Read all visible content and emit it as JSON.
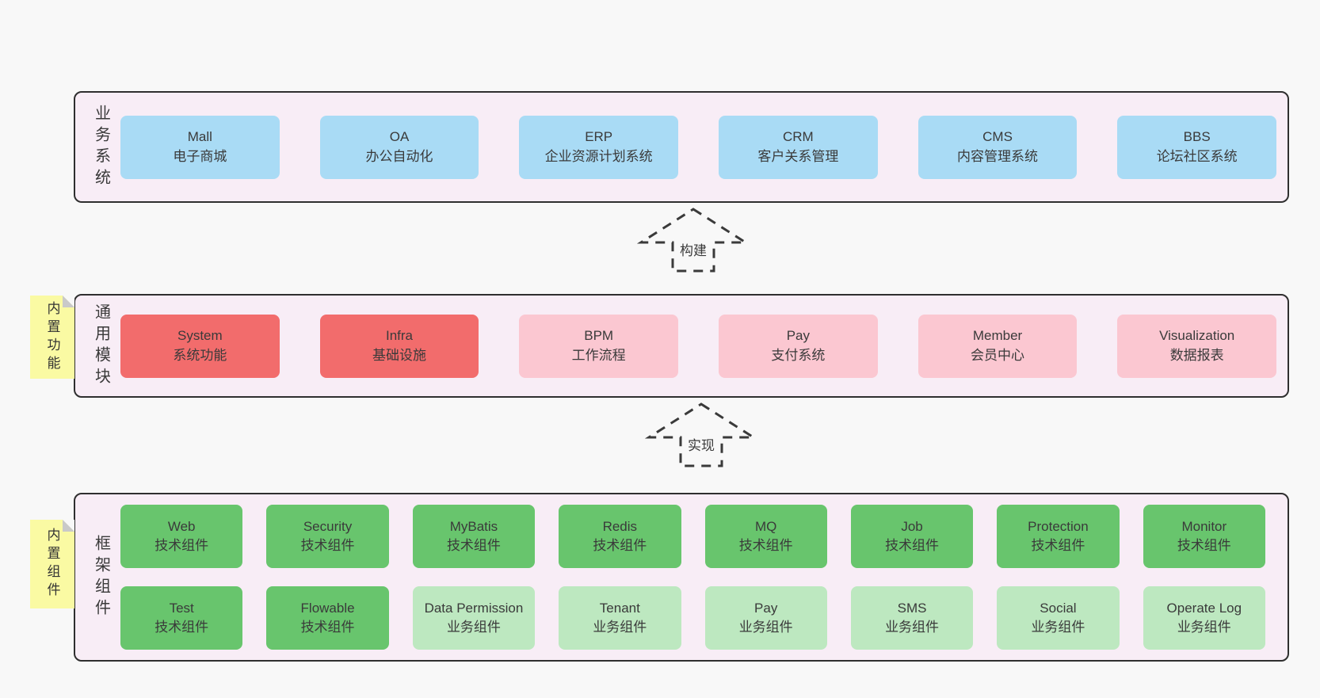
{
  "colors": {
    "page-bg": "#f8f8f8",
    "band-bg": "#f8edf6",
    "band-border": "#2f2f2f",
    "text": "#3a3a3a",
    "box-blue": "#a9dbf5",
    "box-red": "#f26c6c",
    "box-pink": "#fbc7d1",
    "box-green": "#68c56d",
    "box-lightgreen": "#bde8c0",
    "sticky-bg": "#fafaa3",
    "sticky-fold": "#c9c9c9",
    "arrow": "#3a3a3a"
  },
  "bands": [
    {
      "id": "business-systems",
      "label": "业务系统",
      "sticky": null,
      "rows": [
        [
          {
            "name": "Mall",
            "desc": "电子商城",
            "variant": "blue"
          },
          {
            "name": "OA",
            "desc": "办公自动化",
            "variant": "blue"
          },
          {
            "name": "ERP",
            "desc": "企业资源计划系统",
            "variant": "blue"
          },
          {
            "name": "CRM",
            "desc": "客户关系管理",
            "variant": "blue"
          },
          {
            "name": "CMS",
            "desc": "内容管理系统",
            "variant": "blue"
          },
          {
            "name": "BBS",
            "desc": "论坛社区系统",
            "variant": "blue"
          }
        ]
      ]
    },
    {
      "id": "common-modules",
      "label": "通用模块",
      "sticky": "内置功能",
      "rows": [
        [
          {
            "name": "System",
            "desc": "系统功能",
            "variant": "red"
          },
          {
            "name": "Infra",
            "desc": "基础设施",
            "variant": "red"
          },
          {
            "name": "BPM",
            "desc": "工作流程",
            "variant": "pink"
          },
          {
            "name": "Pay",
            "desc": "支付系统",
            "variant": "pink"
          },
          {
            "name": "Member",
            "desc": "会员中心",
            "variant": "pink"
          },
          {
            "name": "Visualization",
            "desc": "数据报表",
            "variant": "pink"
          }
        ]
      ]
    },
    {
      "id": "framework-components",
      "label": "框架组件",
      "sticky": "内置组件",
      "rows": [
        [
          {
            "name": "Web",
            "desc": "技术组件",
            "variant": "green"
          },
          {
            "name": "Security",
            "desc": "技术组件",
            "variant": "green"
          },
          {
            "name": "MyBatis",
            "desc": "技术组件",
            "variant": "green"
          },
          {
            "name": "Redis",
            "desc": "技术组件",
            "variant": "green"
          },
          {
            "name": "MQ",
            "desc": "技术组件",
            "variant": "green"
          },
          {
            "name": "Job",
            "desc": "技术组件",
            "variant": "green"
          },
          {
            "name": "Protection",
            "desc": "技术组件",
            "variant": "green"
          },
          {
            "name": "Monitor",
            "desc": "技术组件",
            "variant": "green"
          }
        ],
        [
          {
            "name": "Test",
            "desc": "技术组件",
            "variant": "green"
          },
          {
            "name": "Flowable",
            "desc": "技术组件",
            "variant": "green"
          },
          {
            "name": "Data Permission",
            "desc": "业务组件",
            "variant": "lightgreen"
          },
          {
            "name": "Tenant",
            "desc": "业务组件",
            "variant": "lightgreen"
          },
          {
            "name": "Pay",
            "desc": "业务组件",
            "variant": "lightgreen"
          },
          {
            "name": "SMS",
            "desc": "业务组件",
            "variant": "lightgreen"
          },
          {
            "name": "Social",
            "desc": "业务组件",
            "variant": "lightgreen"
          },
          {
            "name": "Operate Log",
            "desc": "业务组件",
            "variant": "lightgreen"
          }
        ]
      ]
    }
  ],
  "arrows": [
    {
      "label": "构建"
    },
    {
      "label": "实现"
    }
  ]
}
